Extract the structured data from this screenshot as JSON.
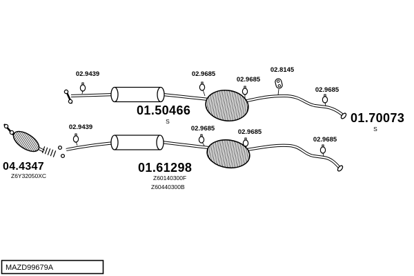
{
  "drawing": {
    "ref_code": "MAZD99679A"
  },
  "top_system": {
    "clamp_front": "02.9439",
    "clamp_mid_left": "02.9685",
    "clamp_mid_right": "02.9685",
    "hanger": "02.8145",
    "clamp_rear": "02.9685",
    "muffler_part": "01.50466",
    "muffler_suffix": "S",
    "tailpipe_part": "01.70073",
    "tailpipe_suffix": "S"
  },
  "bottom_system": {
    "cat_part": "04.4347",
    "cat_oem": "Z6Y32050XC",
    "clamp_front": "02.9439",
    "clamp_mid_left": "02.9685",
    "clamp_mid_right": "02.9685",
    "clamp_rear": "02.9685",
    "muffler_part": "01.61298",
    "muffler_oem_1": "Z60140300F",
    "muffler_oem_2": "Z60440300B"
  }
}
